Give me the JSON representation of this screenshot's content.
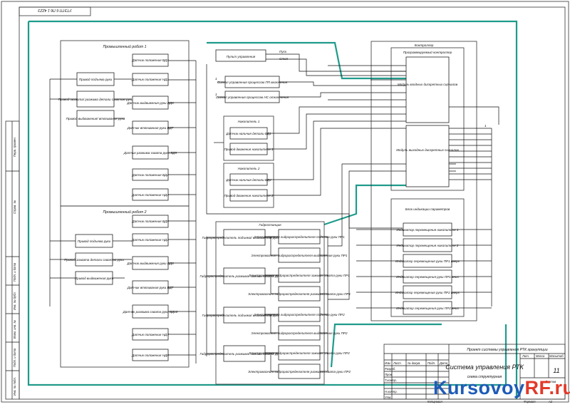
{
  "drawing": {
    "corner_code": "УТЭТП 6 П6 1 4ZZ3",
    "title": "Система управления РТК",
    "subtitle": "схема структурная",
    "sheet_top": "Проект системы управления РТК грануляции",
    "sheet": "11",
    "format_label": "Формат",
    "format": "А2",
    "watermark_a": "Kursovoy",
    "watermark_b": "RF.ru"
  },
  "stamp": {
    "izm": "Изм",
    "list": "Лист",
    "doc": "№ докум.",
    "sign": "Подп.",
    "date": "Дата",
    "razrab": "Разраб.",
    "prov": "Пров.",
    "tkontr": "Т.контр.",
    "nkontr": "Н.контр.",
    "utv": "Утв.",
    "lit": "Лит.",
    "massa": "Масса",
    "masshtab": "Масштаб",
    "listov": "Листов",
    "kopiroval": "Копировал"
  },
  "side_labels": {
    "perv": "Перв. примен.",
    "sprav": "Справ. №",
    "podp_data1": "Подп. и дата",
    "inv_dubl": "Инв. № дубл.",
    "vzam": "Взам. инв. №",
    "podp_data2": "Подп. и дата",
    "inv_podl": "Инв. № подл."
  },
  "groups": {
    "robot1": "Промышленный робот 1",
    "robot2": "Промышленный робот 2",
    "hydro": "Гидростанция",
    "controller": "Контроллер",
    "plc": "Программируемый контроллер",
    "panel": "Блок индикации параметров",
    "acc1": "Накопитель 1",
    "acc2": "Накопитель 2"
  },
  "robot1_items": [
    "Привод подъема руки",
    "Привод захвата/ разжима детали схватом руки",
    "Привод выдвижения/ втягивания руки"
  ],
  "robot1_sensors": [
    "Датчик положения ВД3",
    "Датчик положения НД1",
    "Датчик выдвижения руки ВД6",
    "Датчик втягивания руки ВД7",
    "Датчик разжима схвата руки ВД9",
    "Датчик положения ВД2",
    "Датчик положения НД4"
  ],
  "robot2_items": [
    "Привод подъема руки",
    "Привод захвата детали схватом руки",
    "Привод выдвижения руки"
  ],
  "robot2_sensors": [
    "Датчик положения ВД5",
    "Датчик положения НД1",
    "Датчик выдвижения руки ВД8",
    "Датчик втягивания руки ВД7",
    "Датчик разжима схвата руки ВД10",
    "Датчик положения НД7",
    "Датчик положения НД8"
  ],
  "top_mid": {
    "start": "Пуск",
    "stop": "Стоп",
    "control": "Пульт управления",
    "sig1": "Сигнал управления процессом ПП включения",
    "sig2": "Сигнал управления процессом НС отключения"
  },
  "acc1_items": [
    "Датчик наличия детали ВД1",
    "Привод движения накопителя 1"
  ],
  "acc2_items": [
    "Датчик наличия детали ВД4",
    "Привод движения накопителя 2"
  ],
  "hydro_left": [
    "Гидрораспределитель подъема/ выдвижения руки ПР1",
    "Гидрораспределитель разжима/ зажима схвата руки ПР1",
    "Гидрораспределитель подъема/ выдвижения руки ПР2",
    "Гидрораспределитель разжима/ зажима схвата руки ПР2"
  ],
  "hydro_right": [
    "Электромагнит гидрораспределителя подъема руки ПР1",
    "Электромагнит гидрораспределителя выдвижения руки ПР1",
    "Электромагнит гидрораспределителя зажима схвата руки ПР1",
    "Электромагнит гидрораспределителя разжима схвата руки ПР1",
    "Электромагнит гидрораспределителя подъема руки ПР2",
    "Электромагнит гидрораспределителя выдвижения руки ПР2",
    "Электромагнит гидрораспределителя зажима схвата руки ПР2",
    "Электромагнит гидрораспределителя разжима схвата руки ПР2"
  ],
  "plc_modules": [
    "Модуль входных дискретных сигналов",
    "Модуль выходных дискретных сигналов"
  ],
  "panel_items": [
    "Индикатор перемещения накопителя 1",
    "Индикатор перемещения накопителя 2",
    "Индикатор перемещения руки ПР1 вверх",
    "Индикатор перемещения руки ПР1 вниз",
    "Индикатор перемещения руки ПР2 вверх",
    "Индикатор перемещения руки ПР2 вниз"
  ],
  "marks": {
    "one": "1",
    "one_b": "1",
    "one_c": "1"
  },
  "accent_color": "#1f9b8b"
}
